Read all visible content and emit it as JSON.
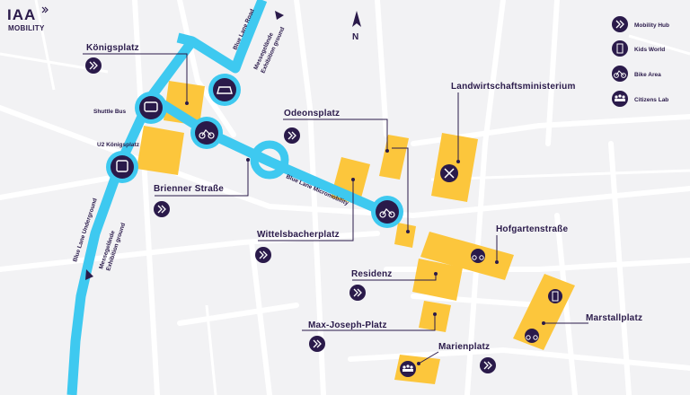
{
  "branding": {
    "logo_line1": "IAA",
    "logo_line2": "MOBILITY"
  },
  "compass": {
    "label": "N"
  },
  "legend": {
    "items": [
      {
        "label": "Mobility Hub",
        "icon": "mobility-hub-icon"
      },
      {
        "label": "Kids World",
        "icon": "kids-world-icon"
      },
      {
        "label": "Bike Area",
        "icon": "bike-area-icon"
      },
      {
        "label": "Citizens Lab",
        "icon": "citizens-lab-icon"
      }
    ]
  },
  "places": {
    "koenigsplatz": "Königsplatz",
    "odeonsplatz": "Odeonsplatz",
    "landwirtschaftsministerium": "Landwirtschaftsministerium",
    "brienner_strasse": "Brienner Straße",
    "wittelsbacherplatz": "Wittelsbacherplatz",
    "hofgartenstrasse": "Hofgartenstraße",
    "residenz": "Residenz",
    "marstallplatz": "Marstallplatz",
    "max_joseph_platz": "Max-Joseph-Platz",
    "marienplatz": "Marienplatz"
  },
  "small_labels": {
    "shuttle_bus": "Shuttle Bus",
    "u2_koenigsplatz": "U2 Königsplatz"
  },
  "route_labels": {
    "blue_lane_road": "Blue Lane Road",
    "messe_top_line1": "Messegelände",
    "messe_top_line2": "Exhibition ground",
    "blue_lane_micromobility": "Blue Lane Micromobility",
    "blue_lane_underground": "Blue Lane Underground",
    "messe_bottom_line1": "Messegelände",
    "messe_bottom_line2": "Exhibition ground"
  },
  "colors": {
    "blue_lane": "#3ec9f0",
    "building": "#fcc63c",
    "icon_dark": "#2a1a4a",
    "road": "#ffffff",
    "background": "#f2f2f4"
  }
}
